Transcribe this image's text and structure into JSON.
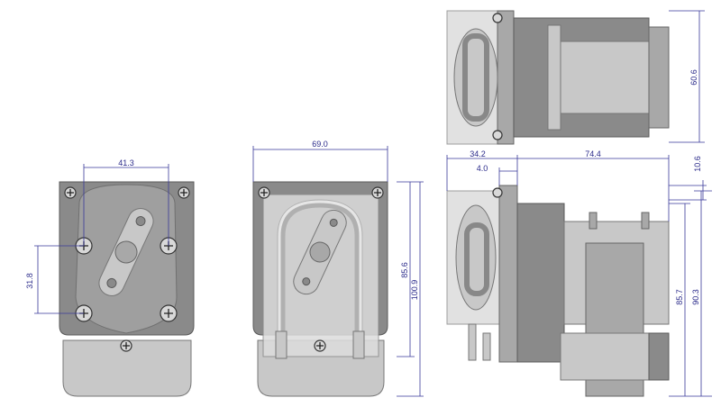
{
  "dimensions": {
    "front_screw_spacing_h": "41.3",
    "front_screw_spacing_v": "31.8",
    "cover_width": "69.0",
    "cover_height_inner": "85.6",
    "cover_height_total": "100.9",
    "top_height": "60.6",
    "side_offset_small": "10.6",
    "side_depth_front": "34.2",
    "side_depth_step": "4.0",
    "side_motor_length": "74.4",
    "side_height_inner": "85.7",
    "side_height_total": "90.3"
  },
  "colors": {
    "dimension_line": "#3a3a9a",
    "housing": "#8a8a8a",
    "cover": "#dcdcdc"
  }
}
